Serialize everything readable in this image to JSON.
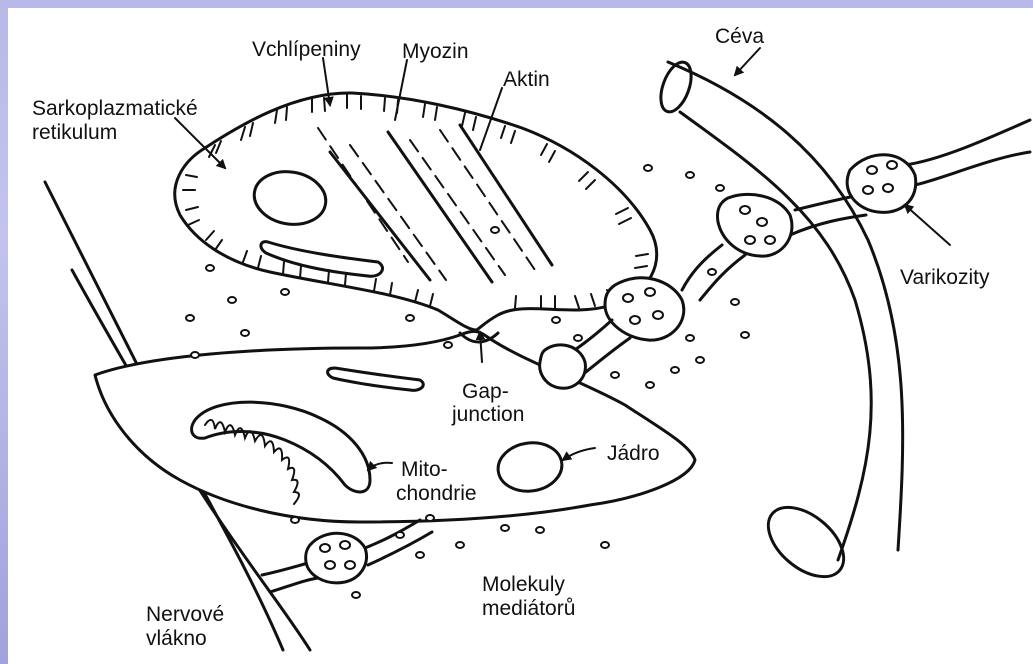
{
  "labels": {
    "vchlipeniny": "Vchlípeniny",
    "myozin": "Myozin",
    "aktin": "Aktin",
    "ceva": "Céva",
    "sarko_line1": "Sarkoplazmatické",
    "sarko_line2": "retikulum",
    "varikozity": "Varikozity",
    "gap_line1": "Gap-",
    "gap_line2": "junction",
    "mito_line1": "Mito-",
    "mito_line2": "chondrie",
    "jadro": "Jádro",
    "molekuly_line1": "Molekuly",
    "molekuly_line2": "mediátorů",
    "nervove_line1": "Nervové",
    "nervove_line2": "vlákno"
  },
  "colors": {
    "background": "#b9b9e9",
    "panel": "#ffffff",
    "ink": "#111111"
  }
}
